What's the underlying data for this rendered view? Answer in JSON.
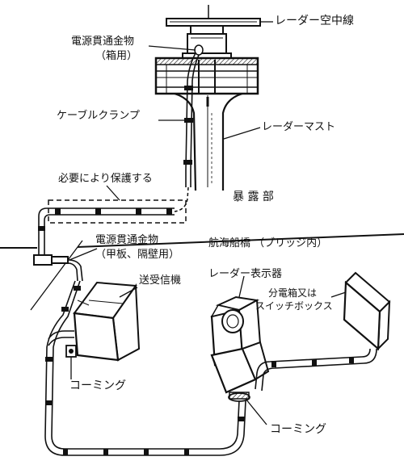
{
  "labels": {
    "radar_antenna": "レーダー空中線",
    "feedthrough_top_line1": "電源貫通金物",
    "feedthrough_top_line2": "（箱用）",
    "cable_clamp": "ケーブルクランプ",
    "radar_mast": "レーダーマスト",
    "protect_note": "必要により保護する",
    "exposed_area": "暴 露 部",
    "feedthrough_mid_line1": "電源貫通金物",
    "feedthrough_mid_line2": "（甲板、隔壁用）",
    "bridge": "航海船橋 （ブリッジ内）",
    "transceiver": "送受信機",
    "radar_display": "レーダー表示器",
    "switchbox_line1": "分電箱又は",
    "switchbox_line2": "スイッチボックス",
    "coaming_left": "コーミング",
    "coaming_right": "コーミング"
  },
  "colors": {
    "ink": "#111111",
    "paper": "#ffffff"
  }
}
